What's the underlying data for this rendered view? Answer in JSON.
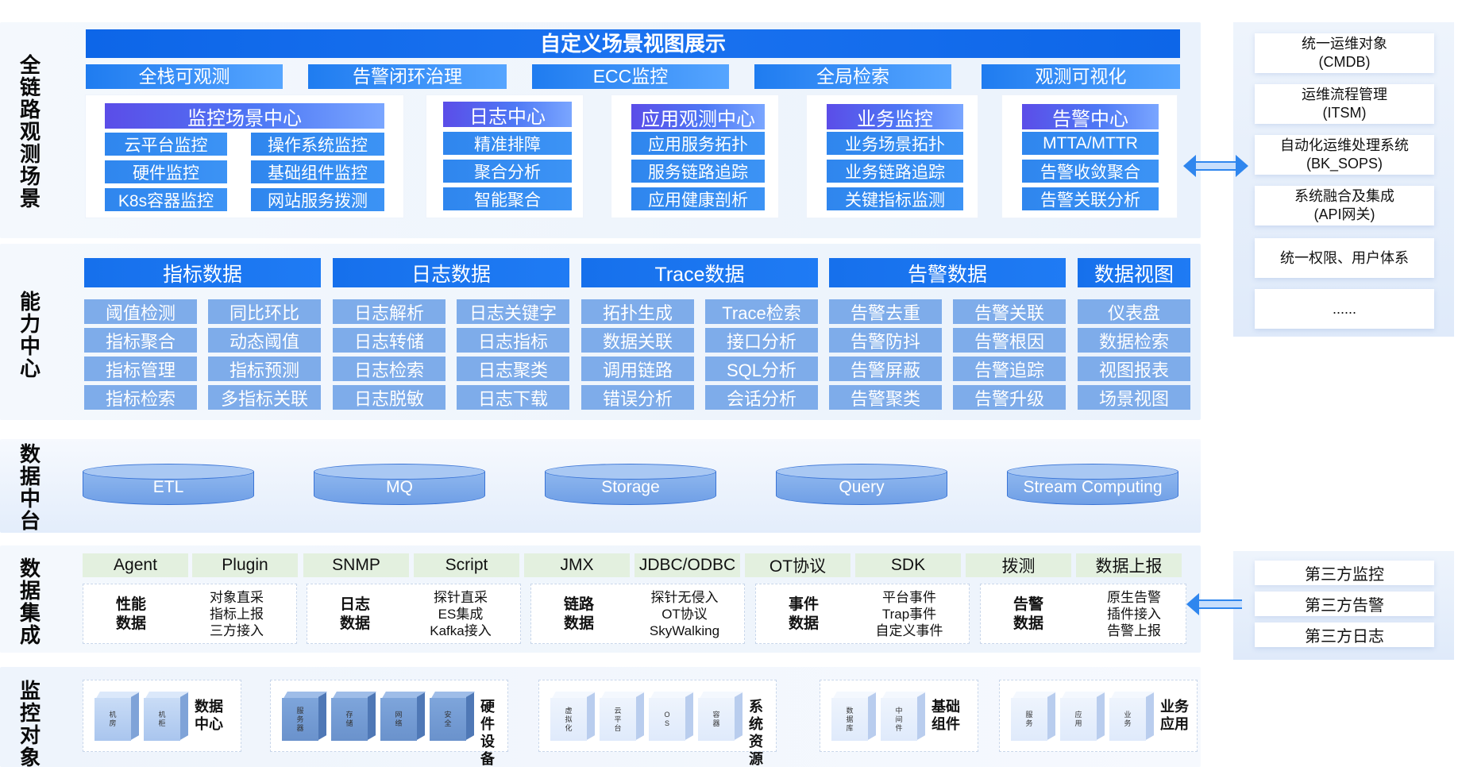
{
  "layers": {
    "full_chain": "全\n链\n路\n观\n测\n场\n景",
    "capability": "能\n力\n中\n心",
    "data_platform": "数\n据\n中\n台",
    "data_integration": "数\n据\n集\n成",
    "monitor_objects": "监\n控\n对\n象"
  },
  "scenes": {
    "title": "自定义场景视图展示",
    "tabs": [
      "全栈可观测",
      "告警闭环治理",
      "ECC监控",
      "全局检索",
      "观测可视化"
    ],
    "groups": [
      {
        "name": "监控场景中心",
        "items": [
          "云平台监控",
          "操作系统监控",
          "硬件监控",
          "基础组件监控",
          "K8s容器监控",
          "网站服务拨测"
        ]
      },
      {
        "name": "日志中心",
        "items": [
          "精准排障",
          "聚合分析",
          "智能聚合"
        ]
      },
      {
        "name": "应用观测中心",
        "items": [
          "应用服务拓扑",
          "服务链路追踪",
          "应用健康剖析"
        ]
      },
      {
        "name": "业务监控",
        "items": [
          "业务场景拓扑",
          "业务链路追踪",
          "关键指标监测"
        ]
      },
      {
        "name": "告警中心",
        "items": [
          "MTTA/MTTR",
          "告警收敛聚合",
          "告警关联分析"
        ]
      }
    ]
  },
  "capability": {
    "columns": [
      {
        "head": "指标数据",
        "items": [
          "阈值检测",
          "同比环比",
          "指标聚合",
          "动态阈值",
          "指标管理",
          "指标预测",
          "指标检索",
          "多指标关联"
        ]
      },
      {
        "head": "日志数据",
        "items": [
          "日志解析",
          "日志关键字",
          "日志转储",
          "日志指标",
          "日志检索",
          "日志聚类",
          "日志脱敏",
          "日志下载"
        ]
      },
      {
        "head": "Trace数据",
        "items": [
          "拓扑生成",
          "Trace检索",
          "数据关联",
          "接口分析",
          "调用链路",
          "SQL分析",
          "错误分析",
          "会话分析"
        ]
      },
      {
        "head": "告警数据",
        "items": [
          "告警去重",
          "告警关联",
          "告警防抖",
          "告警根因",
          "告警屏蔽",
          "告警追踪",
          "告警聚类",
          "告警升级"
        ]
      },
      {
        "head": "数据视图",
        "items": [
          "仪表盘",
          "数据检索",
          "视图报表",
          "场景视图"
        ]
      }
    ]
  },
  "platform": {
    "items": [
      "ETL",
      "MQ",
      "Storage",
      "Query",
      "Stream Computing"
    ]
  },
  "integration": {
    "protocols": [
      "Agent",
      "Plugin",
      "SNMP",
      "Script",
      "JMX",
      "JDBC/ODBC",
      "OT协议",
      "SDK",
      "拨测",
      "数据上报"
    ],
    "groups": [
      {
        "k": "性能\n数据",
        "v": "对象直采\n指标上报\n三方接入"
      },
      {
        "k": "日志\n数据",
        "v": "探针直采\nES集成\nKafka接入"
      },
      {
        "k": "链路\n数据",
        "v": "探针无侵入\nOT协议\nSkyWalking"
      },
      {
        "k": "事件\n数据",
        "v": "平台事件\nTrap事件\n自定义事件"
      },
      {
        "k": "告警\n数据",
        "v": "原生告警\n插件接入\n告警上报"
      }
    ]
  },
  "objects": {
    "groups": [
      {
        "label": "数据\n中心",
        "cubes": [
          "机\n房",
          "机\n柜"
        ]
      },
      {
        "label": "硬件\n设备",
        "cubes": [
          "服\n务\n器",
          "存\n储",
          "网\n络",
          "安\n全"
        ]
      },
      {
        "label": "系统\n资源",
        "cubes": [
          "虚\n拟\n化",
          "云\n平\n台",
          "O\nS",
          "容\n器"
        ]
      },
      {
        "label": "基础\n组件",
        "cubes": [
          "数\n据\n库",
          "中\n间\n件"
        ]
      },
      {
        "label": "业务\n应用",
        "cubes": [
          "服\n务",
          "应\n用",
          "业\n务"
        ]
      }
    ]
  },
  "side_top": [
    "统一运维对象\n(CMDB)",
    "运维流程管理\n(ITSM)",
    "自动化运维处理系统\n(BK_SOPS)",
    "系统融合及集成\n(API网关)",
    "统一权限、用户体系",
    "......"
  ],
  "side_bottom": [
    "第三方监控",
    "第三方告警",
    "第三方日志"
  ]
}
